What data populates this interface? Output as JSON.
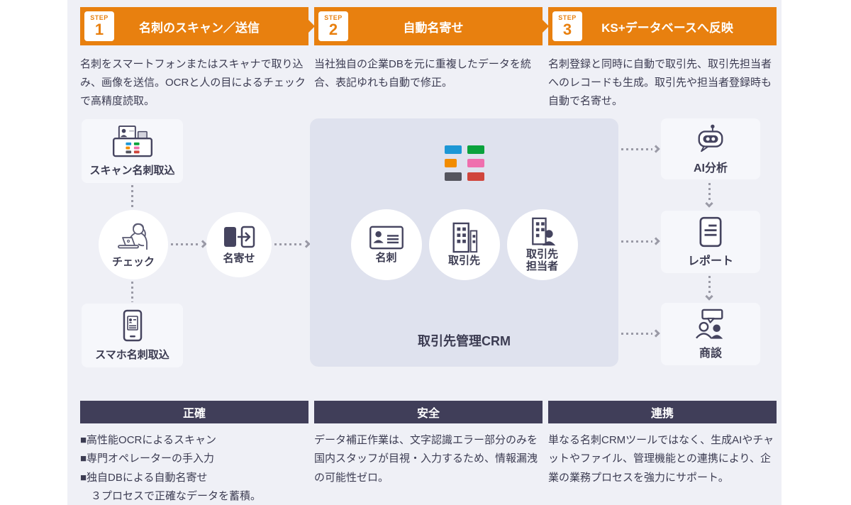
{
  "colors": {
    "accent_orange": "#e8800f",
    "header_dark": "#403e59",
    "panel_bg": "#eff0f6",
    "crm_box_bg": "#dfe2ee",
    "card_bg": "#f6f7fb",
    "text_dark": "#3c3c52",
    "dash_gray": "#9a9aa6",
    "icon_navy": "#45445f",
    "white": "#ffffff"
  },
  "logo": {
    "colors": [
      "#1d97d5",
      "#0aa23c",
      "#f28c00",
      "#ef6fae",
      "#55555e",
      "#d0453c"
    ]
  },
  "steps": [
    {
      "badge": "STEP",
      "number": "1",
      "title": "名刺のスキャン／送信",
      "description": "名刺をスマートフォンまたはスキャナで取り込み、画像を送信。OCRと人の目によるチェックで高精度読取。"
    },
    {
      "badge": "STEP",
      "number": "2",
      "title": "自動名寄せ",
      "description": "当社独自の企業DBを元に重複したデータを統合、表記ゆれも自動で修正。"
    },
    {
      "badge": "STEP",
      "number": "3",
      "title": "KS+データベースへ反映",
      "description": "名刺登録と同時に自動で取引先、取引先担当者へのレコードも生成。取引先や担当者登録時も自動で名寄せ。"
    }
  ],
  "flow": {
    "scan_label": "スキャン名刺取込",
    "check_label": "チェック",
    "merge_label": "名寄せ",
    "phone_label": "スマホ名刺取込",
    "crm_title": "取引先管理CRM",
    "crm_items": [
      {
        "label": "名刺",
        "icon": "business-card-icon"
      },
      {
        "label": "取引先",
        "icon": "building-icon"
      },
      {
        "label": "取引先\n担当者",
        "icon": "building-person-icon"
      }
    ],
    "outputs": [
      {
        "label": "AI分析",
        "icon": "robot-icon"
      },
      {
        "label": "レポート",
        "icon": "report-icon"
      },
      {
        "label": "商談",
        "icon": "meeting-icon"
      }
    ]
  },
  "features": [
    {
      "title": "正確",
      "bullets": [
        "■高性能OCRによるスキャン",
        "■専門オペレーターの手入力",
        "■独自DBによる自動名寄せ"
      ],
      "note": "３プロセスで正確なデータを蓄積。"
    },
    {
      "title": "安全",
      "text": "データ補正作業は、文字認識エラー部分のみを国内スタッフが目視・入力するため、情報漏洩の可能性ゼロ。"
    },
    {
      "title": "連携",
      "text": "単なる名刺CRMツールではなく、生成AIやチャットやファイル、管理機能との連携により、企業の業務プロセスを強力にサポート。"
    }
  ]
}
